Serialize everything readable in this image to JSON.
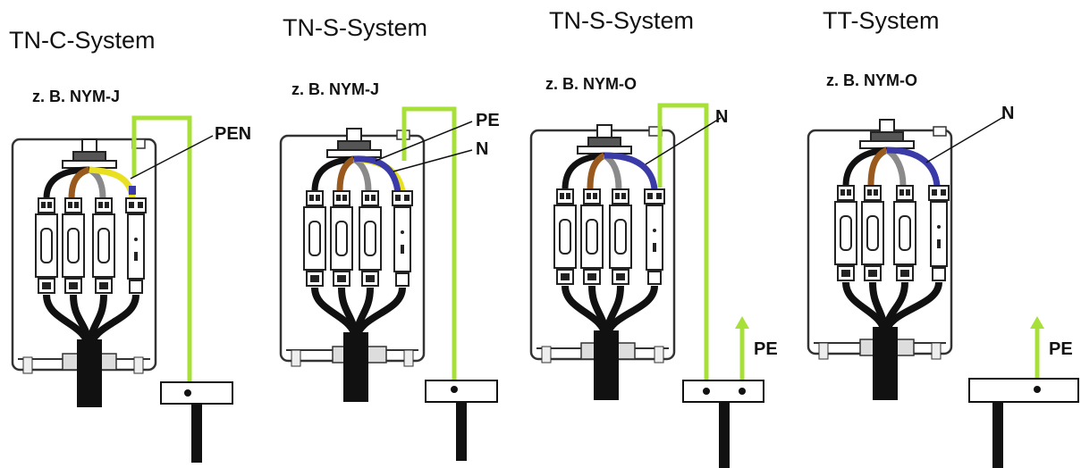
{
  "panels": [
    {
      "title": "TN-C-System",
      "cable": "z. B. NYM-J",
      "labels": [
        "PEN"
      ]
    },
    {
      "title": "TN-S-System",
      "cable": "z. B. NYM-J",
      "labels": [
        "PE",
        "N"
      ]
    },
    {
      "title": "TN-S-System",
      "cable": "z. B. NYM-O",
      "labels": [
        "N",
        "PE"
      ]
    },
    {
      "title": "TT-System",
      "cable": "z. B. NYM-O",
      "labels": [
        "N",
        "PE"
      ]
    }
  ],
  "colors": {
    "protective_earth": "#a8e03a",
    "neutral": "#3a3aa8",
    "phase_brown": "#9a5a1e",
    "phase_black": "#111111",
    "phase_grey": "#8a8a8a",
    "pen_yellow": "#e8e020"
  }
}
